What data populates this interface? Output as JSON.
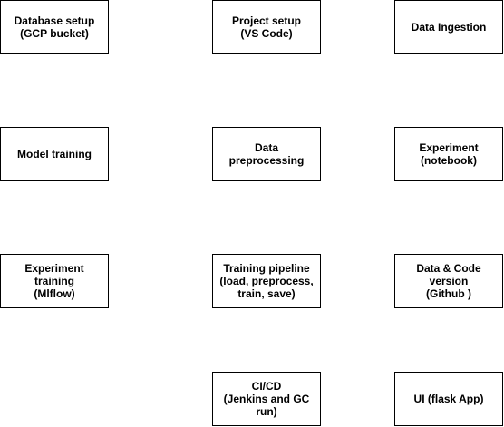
{
  "nodes": {
    "database_setup": "Database setup\n(GCP bucket)",
    "project_setup": "Project setup\n(VS Code)",
    "data_ingestion": "Data Ingestion",
    "model_training": "Model training",
    "data_preprocessing": "Data preprocessing",
    "experiment_notebook": "Experiment\n(notebook)",
    "experiment_training": "Experiment training\n(Mlflow)",
    "training_pipeline": "Training pipeline\n(load, preprocess,\ntrain, save)",
    "data_code_version": "Data & Code version\n(Github )",
    "ci_cd": "CI/CD\n(Jenkins and GC\nrun)",
    "ui_flask": "UI (flask App)"
  },
  "colors": {
    "border": "#000000",
    "text": "#000000",
    "background": "#ffffff"
  }
}
